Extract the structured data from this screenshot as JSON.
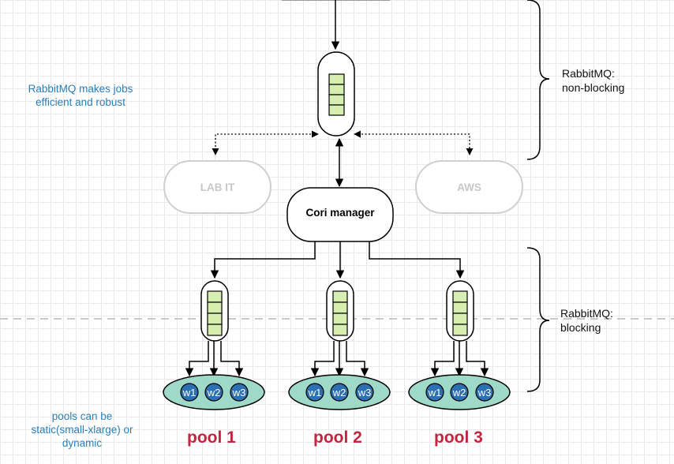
{
  "notes": {
    "rabbitmq_jobs": "RabbitMQ makes jobs\nefficient and robust",
    "pools_info": "pools can be\nstatic(small-xlarge) or\ndynamic"
  },
  "labels": {
    "non_blocking": "RabbitMQ:\nnon-blocking",
    "blocking": "RabbitMQ:\nblocking"
  },
  "nodes": {
    "lab_it": "LAB IT",
    "aws": "AWS",
    "manager": "Cori manager"
  },
  "pools": [
    {
      "name": "pool 1",
      "workers": [
        "w1",
        "w2",
        "w3"
      ]
    },
    {
      "name": "pool 2",
      "workers": [
        "w1",
        "w2",
        "w3"
      ]
    },
    {
      "name": "pool 3",
      "workers": [
        "w1",
        "w2",
        "w3"
      ]
    }
  ],
  "colors": {
    "queue_slot": "#d6efb0",
    "pool_fill": "#9fd9c8",
    "worker_fill": "#2b6fb5",
    "pool_text": "#c4243f",
    "note_text": "#2a7fb8"
  }
}
